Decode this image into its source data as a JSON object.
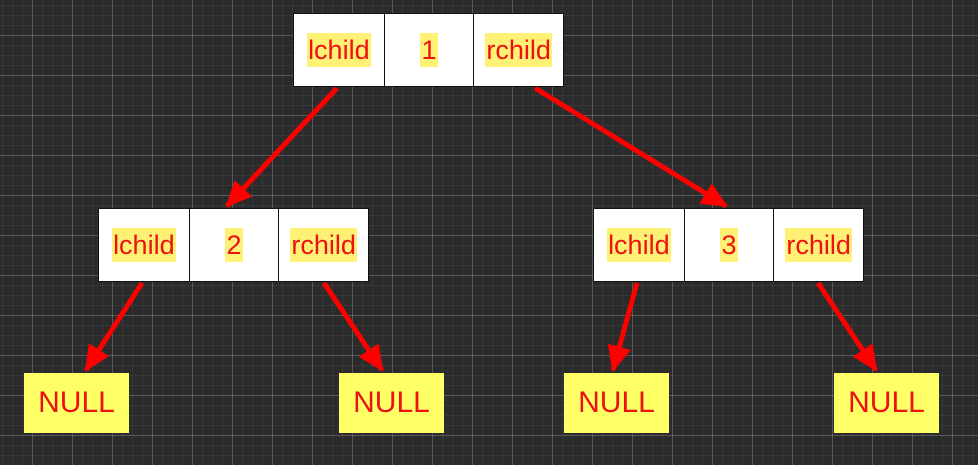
{
  "colors": {
    "background": "#2b2b2b",
    "arrow": "#ff0000",
    "text": "#ee1111",
    "highlight": "#fff176",
    "null_box": "#ffff66",
    "node_fill": "#ffffff"
  },
  "nodes": {
    "root": {
      "left": "lchild",
      "value": "1",
      "right": "rchild"
    },
    "left": {
      "left": "lchild",
      "value": "2",
      "right": "rchild"
    },
    "right": {
      "left": "lchild",
      "value": "3",
      "right": "rchild"
    }
  },
  "nulls": [
    "NULL",
    "NULL",
    "NULL",
    "NULL"
  ]
}
